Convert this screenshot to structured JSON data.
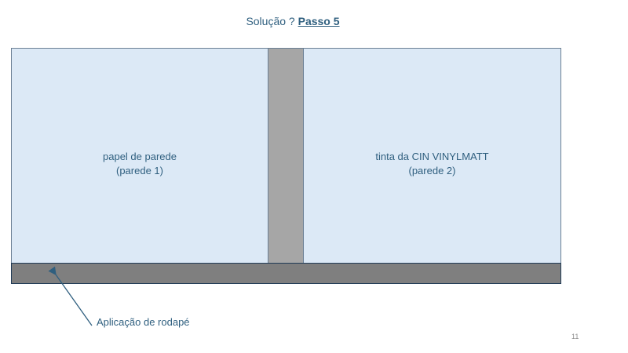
{
  "title": {
    "prefix": "Solução ?",
    "step": "Passo 5"
  },
  "walls": {
    "left": {
      "line1": "papel de parede",
      "line2": "(parede 1)"
    },
    "right": {
      "line1": "tinta da CIN VINYLMATT",
      "line2": "(parede 2)"
    }
  },
  "callout": "Aplicação de rodapé",
  "page_number": "11",
  "colors": {
    "wall_fill": "#dce9f6",
    "column_fill": "#a6a6a6",
    "skirting_fill": "#7f7f7f",
    "text": "#2f5f7f"
  }
}
